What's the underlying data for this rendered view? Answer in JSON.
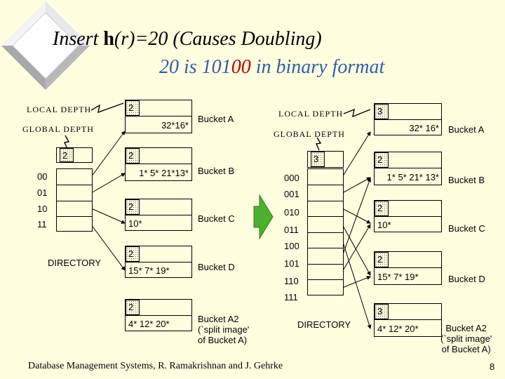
{
  "title": {
    "line1_pre": "Insert ",
    "line1_bold": "h",
    "line1_post": "(r)=20 (Causes Doubling)",
    "line2_pre": "20 is 101",
    "line2_red": "00",
    "line2_post": " in binary format"
  },
  "left": {
    "local_depth_label": "LOCAL DEPTH",
    "global_depth_label": "GLOBAL DEPTH",
    "global_depth": "2",
    "directory_label": "DIRECTORY",
    "dir_entries": [
      "00",
      "01",
      "10",
      "11"
    ],
    "buckets": [
      {
        "depth": "2",
        "entries": "32*16*",
        "name": "Bucket A"
      },
      {
        "depth": "2",
        "entries": "1*  5*  21*13*",
        "name": "Bucket B"
      },
      {
        "depth": "2",
        "entries": "10*",
        "name": "Bucket C"
      },
      {
        "depth": "2",
        "entries": "15* 7*  19*",
        "name": "Bucket D"
      },
      {
        "depth": "2",
        "entries": "4*  12* 20*",
        "name": "Bucket A2\n(`split image'\nof Bucket A)"
      }
    ]
  },
  "right": {
    "local_depth_label": "LOCAL DEPTH",
    "global_depth_label": "GLOBAL DEPTH",
    "global_depth": "3",
    "directory_label": "DIRECTORY",
    "dir_entries": [
      "000",
      "001",
      "010",
      "011",
      "100",
      "101",
      "110",
      "111"
    ],
    "buckets": [
      {
        "depth": "3",
        "entries": "32* 16*",
        "name": "Bucket A"
      },
      {
        "depth": "2",
        "entries": "1*  5*  21* 13*",
        "name": "Bucket B"
      },
      {
        "depth": "2",
        "entries": "10*",
        "name": "Bucket C"
      },
      {
        "depth": "2",
        "entries": "15* 7*  19*",
        "name": "Bucket D"
      },
      {
        "depth": "3",
        "entries": "4*  12* 20*",
        "name": "Bucket A2\n(`split image'\nof Bucket A)"
      }
    ]
  },
  "footer": "Database Management Systems, R. Ramakrishnan and J. Gehrke",
  "page_number": "8",
  "colors": {
    "background": "#FFFFE0",
    "title_blue": "#2E5FA8",
    "title_red": "#C00000",
    "arrow_green": "#4CAF2E"
  }
}
